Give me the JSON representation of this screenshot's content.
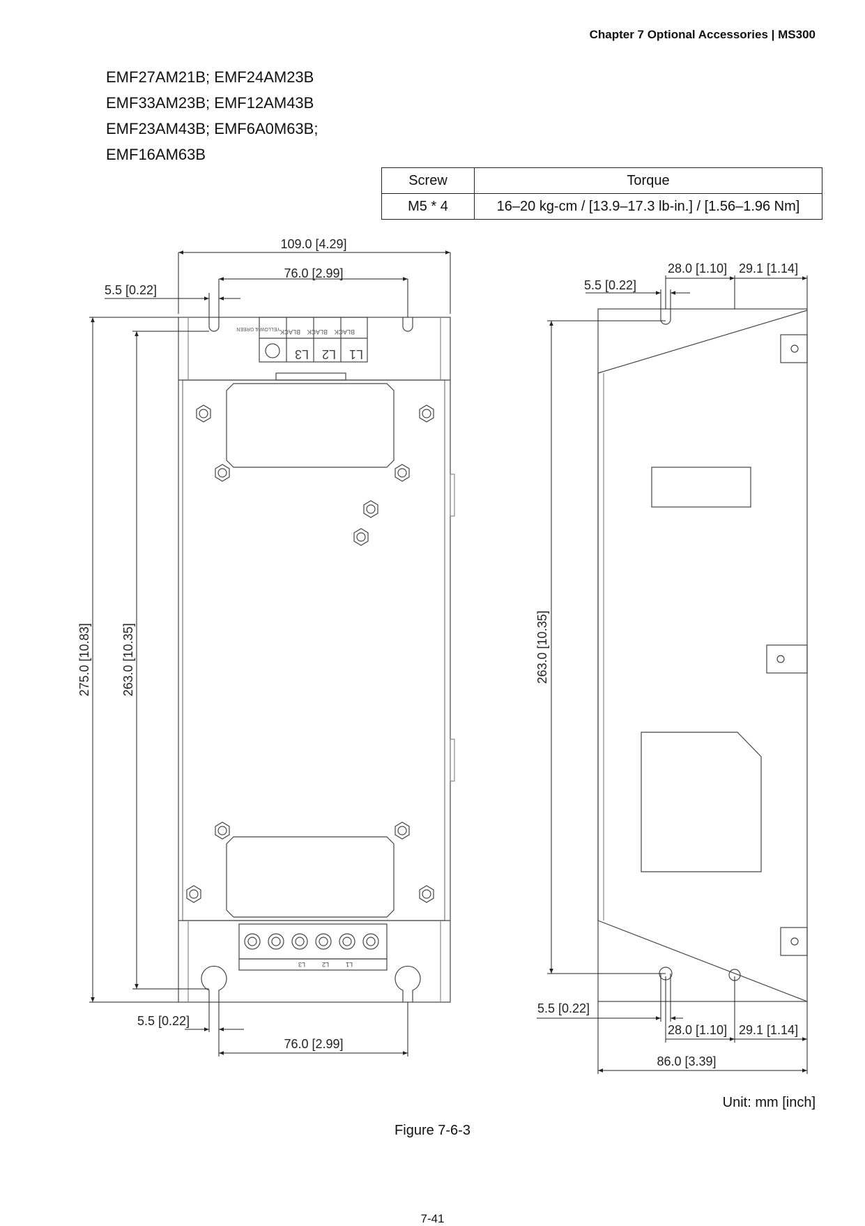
{
  "header": {
    "text": "Chapter 7 Optional Accessories | MS300"
  },
  "models": [
    "EMF27AM21B; EMF24AM23B",
    "EMF33AM23B; EMF12AM43B",
    "EMF23AM43B; EMF6A0M63B;",
    "EMF16AM63B"
  ],
  "torque_table": {
    "headers": [
      "Screw",
      "Torque"
    ],
    "row": [
      "M5 * 4",
      "16–20 kg-cm / [13.9–17.3 lb-in.] / [1.56–1.96 Nm]"
    ]
  },
  "dimensions": {
    "front_width": "109.0 [4.29]",
    "front_hole_spacing_top": "76.0 [2.99]",
    "front_slot_top": "5.5 [0.22]",
    "front_height_total": "275.0 [10.83]",
    "front_height_holes": "263.0 [10.35]",
    "front_slot_bottom": "5.5 [0.22]",
    "front_hole_spacing_bottom": "76.0 [2.99]",
    "side_top_a": "28.0 [1.10]",
    "side_top_b": "29.1 [1.14]",
    "side_slot_top": "5.5 [0.22]",
    "side_height_holes": "263.0 [10.35]",
    "side_slot_bottom": "5.5 [0.22]",
    "side_bottom_a": "28.0 [1.10]",
    "side_bottom_b": "29.1 [1.14]",
    "side_depth": "86.0 [3.39]"
  },
  "terminal_labels": {
    "wire_colors": [
      "YELLOW & GREEN",
      "BLACK",
      "BLACK",
      "BLACK"
    ],
    "terminals": [
      "L3",
      "L2",
      "L1"
    ]
  },
  "unit": "Unit: mm [inch]",
  "caption": "Figure 7-6-3",
  "page_number": "7-41"
}
